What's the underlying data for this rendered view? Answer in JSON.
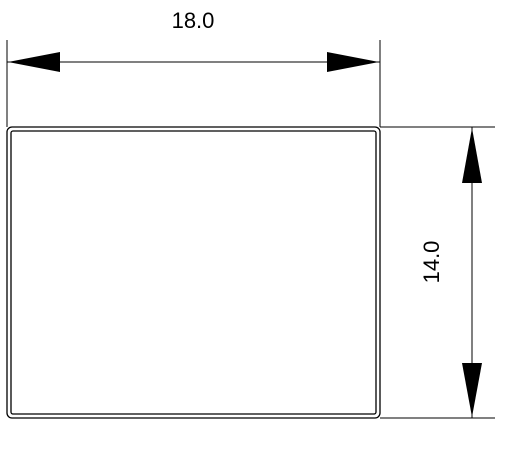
{
  "dimensions": {
    "width": {
      "label": "18.0",
      "value": 18.0
    },
    "height": {
      "label": "14.0",
      "value": 14.0
    }
  },
  "colors": {
    "line": "#000000",
    "background": "#ffffff"
  }
}
